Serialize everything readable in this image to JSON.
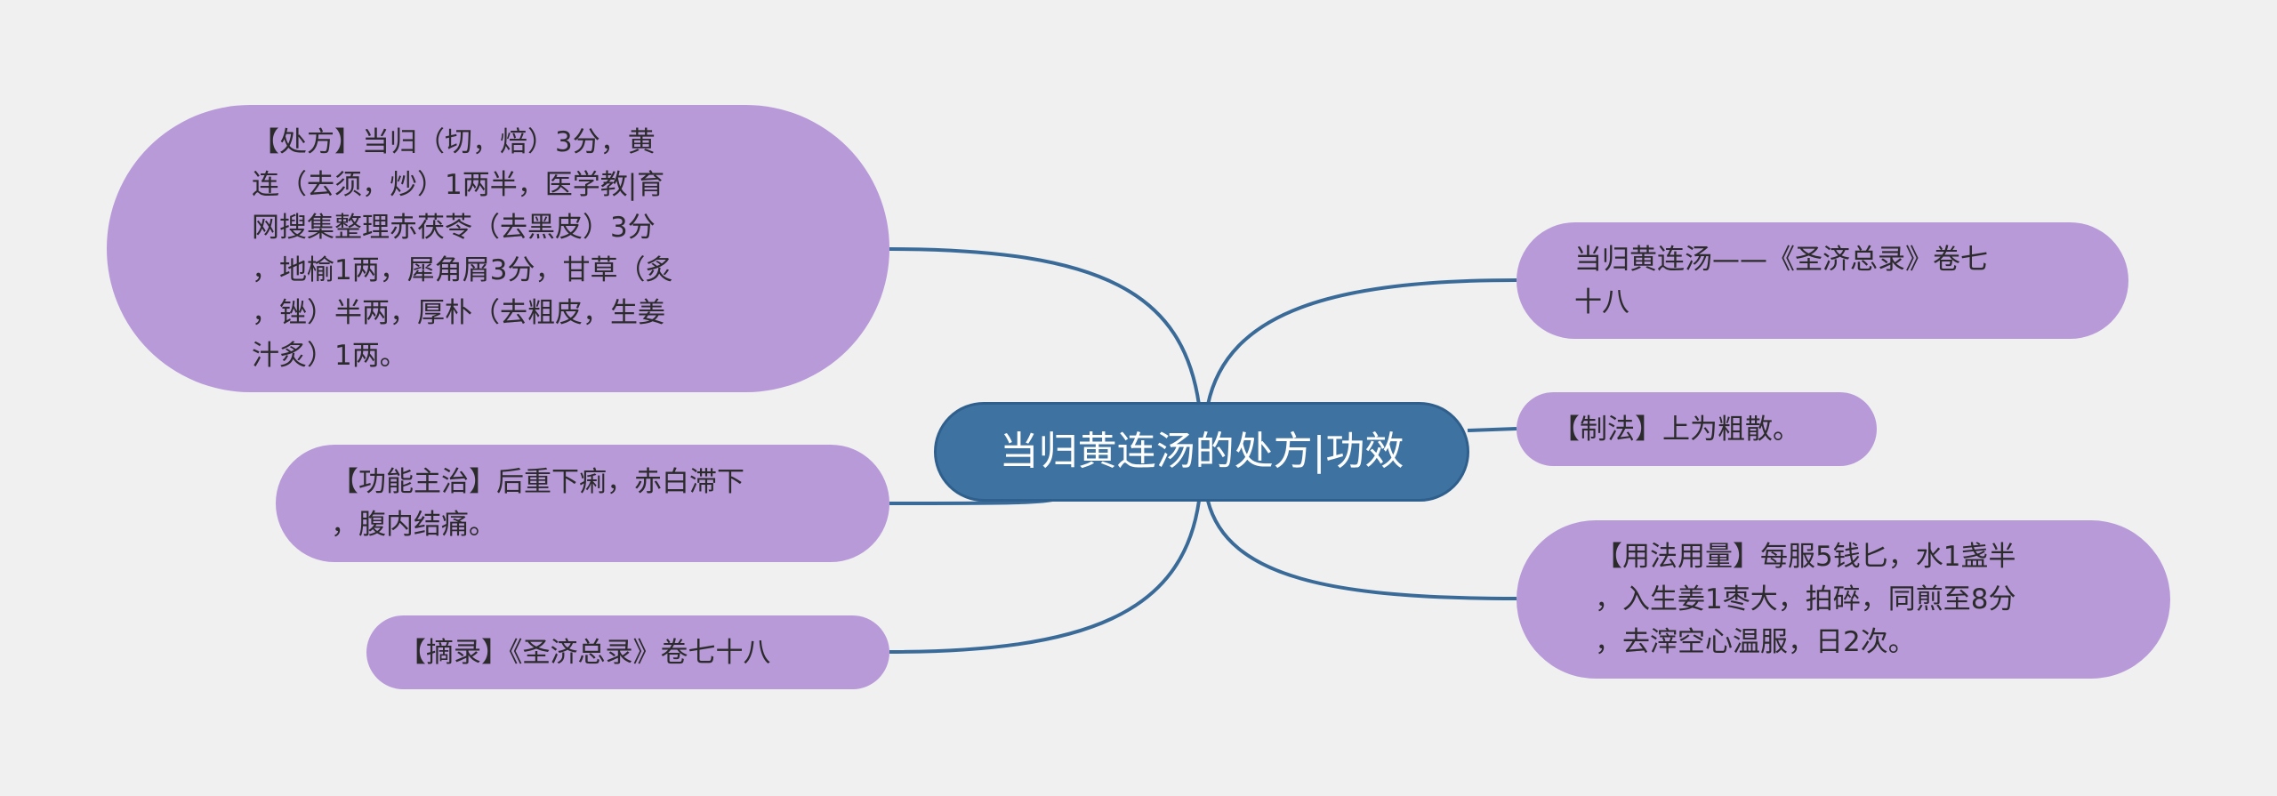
{
  "root": {
    "label": "当归黄连汤的处方|功效"
  },
  "branches": [
    {
      "id": "prescription",
      "side": "left",
      "text": "【处方】当归（切，焙）3分，黄\n连（去须，炒）1两半，医学教|育\n网搜集整理赤茯苓（去黑皮）3分\n，地榆1两，犀角屑3分，甘草（炙\n，锉）半两，厚朴（去粗皮，生姜\n汁炙）1两。"
    },
    {
      "id": "indications",
      "side": "left",
      "text": "【功能主治】后重下痢，赤白滞下\n，腹内结痛。"
    },
    {
      "id": "excerpt",
      "side": "left",
      "text": "【摘录】《圣济总录》卷七十八"
    },
    {
      "id": "source",
      "side": "right",
      "text": "当归黄连汤——《圣济总录》卷七\n十八"
    },
    {
      "id": "preparation",
      "side": "right",
      "text": "【制法】上为粗散。"
    },
    {
      "id": "usage",
      "side": "right",
      "text": "【用法用量】每服5钱匕，水1盏半\n，入生姜1枣大，拍碎，同煎至8分\n，去滓空心温服，日2次。"
    }
  ],
  "colors": {
    "background": "#f0f0f0",
    "root_fill": "#3e72a0",
    "branch_fill": "#b89ad9",
    "connector": "#3a6b98"
  }
}
